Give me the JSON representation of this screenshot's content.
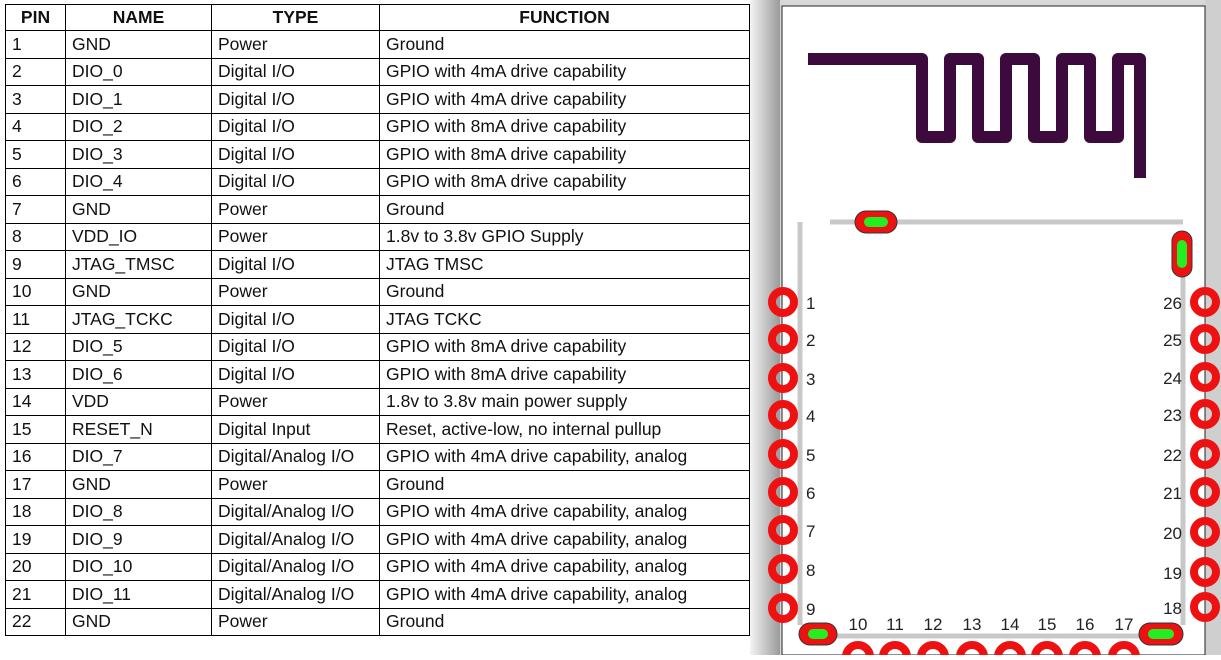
{
  "table": {
    "headers": [
      "PIN",
      "NAME",
      "TYPE",
      "FUNCTION"
    ],
    "rows": [
      [
        "1",
        "GND",
        "Power",
        "Ground"
      ],
      [
        "2",
        "DIO_0",
        "Digital I/O",
        "GPIO with 4mA drive capability"
      ],
      [
        "3",
        "DIO_1",
        "Digital I/O",
        "GPIO with 4mA drive capability"
      ],
      [
        "4",
        "DIO_2",
        "Digital I/O",
        "GPIO with 8mA drive capability"
      ],
      [
        "5",
        "DIO_3",
        "Digital I/O",
        "GPIO with 8mA drive capability"
      ],
      [
        "6",
        "DIO_4",
        "Digital I/O",
        "GPIO with 8mA drive capability"
      ],
      [
        "7",
        "GND",
        "Power",
        "Ground"
      ],
      [
        "8",
        "VDD_IO",
        "Power",
        "1.8v to 3.8v GPIO Supply"
      ],
      [
        "9",
        "JTAG_TMSC",
        "Digital I/O",
        "JTAG TMSC"
      ],
      [
        "10",
        "GND",
        "Power",
        "Ground"
      ],
      [
        "11",
        "JTAG_TCKC",
        "Digital I/O",
        "JTAG TCKC"
      ],
      [
        "12",
        "DIO_5",
        "Digital I/O",
        "GPIO with 8mA drive capability"
      ],
      [
        "13",
        "DIO_6",
        "Digital I/O",
        "GPIO with 8mA drive capability"
      ],
      [
        "14",
        "VDD",
        "Power",
        "1.8v to 3.8v main power supply"
      ],
      [
        "15",
        "RESET_N",
        "Digital Input",
        "Reset, active-low, no internal pullup"
      ],
      [
        "16",
        "DIO_7",
        "Digital/Analog I/O",
        "GPIO with 4mA drive capability, analog"
      ],
      [
        "17",
        "GND",
        "Power",
        "Ground"
      ],
      [
        "18",
        "DIO_8",
        "Digital/Analog I/O",
        "GPIO with 4mA drive capability, analog"
      ],
      [
        "19",
        "DIO_9",
        "Digital/Analog I/O",
        "GPIO with 4mA drive capability, analog"
      ],
      [
        "20",
        "DIO_10",
        "Digital/Analog I/O",
        "GPIO with 4mA drive capability, analog"
      ],
      [
        "21",
        "DIO_11",
        "Digital/Analog I/O",
        "GPIO with 4mA drive capability, analog"
      ],
      [
        "22",
        "GND",
        "Power",
        "Ground"
      ]
    ]
  },
  "footprint": {
    "left_pins": [
      "1",
      "2",
      "3",
      "4",
      "5",
      "6",
      "7",
      "8",
      "9"
    ],
    "bottom_pins": [
      "10",
      "11",
      "12",
      "13",
      "14",
      "15",
      "16",
      "17"
    ],
    "right_pins": [
      "18",
      "19",
      "20",
      "21",
      "22",
      "23",
      "24",
      "25",
      "26"
    ],
    "colors": {
      "antenna": "#3d0a3d",
      "pad": "#ee1111",
      "pad_core": "#22ee22",
      "trace": "#c8c8c8"
    }
  }
}
